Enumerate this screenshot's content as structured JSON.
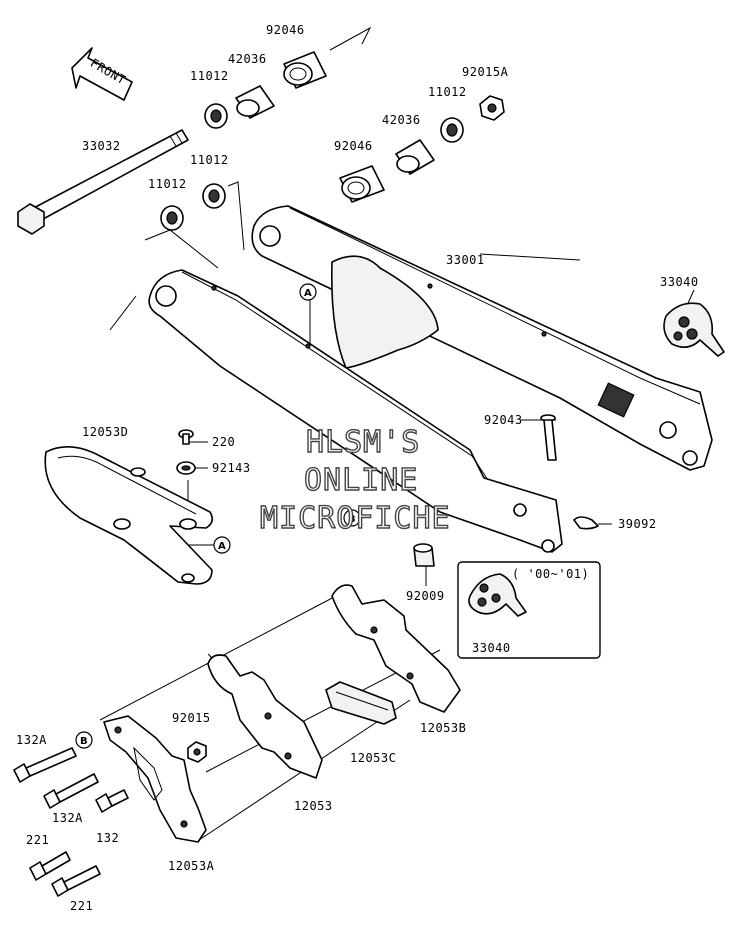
{
  "front_arrow": "FRONT",
  "watermark": [
    "HLSM'S",
    "ONLINE",
    "MICROFICHE"
  ],
  "callouts": {
    "a": "A",
    "b": "B"
  },
  "inset_note": "( '00~'01)",
  "parts": {
    "p92046_top": "92046",
    "p42036_top": "42036",
    "p11012_top": "11012",
    "p92015A": "92015A",
    "p11012_right": "11012",
    "p42036_right": "42036",
    "p33032": "33032",
    "p92046_mid": "92046",
    "p11012_mid": "11012",
    "p11012_left": "11012",
    "p33001": "33001",
    "p33040": "33040",
    "p92043": "92043",
    "p12053D": "12053D",
    "p220": "220",
    "p92143": "92143",
    "p39092": "39092",
    "p92009": "92009",
    "p33040_inset": "33040",
    "p92015": "92015",
    "p12053B": "12053B",
    "p132A_top": "132A",
    "p12053C": "12053C",
    "p132A_bottom": "132A",
    "p12053": "12053",
    "p132": "132",
    "p221_top": "221",
    "p12053A": "12053A",
    "p221_bottom": "221"
  }
}
